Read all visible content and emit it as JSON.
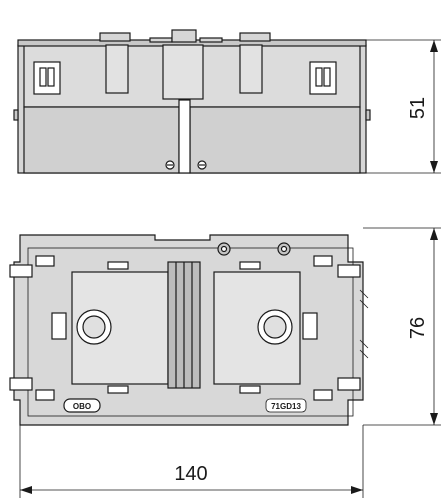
{
  "dimensions": {
    "height_side": "51",
    "height_top": "76",
    "width": "140"
  },
  "markings": {
    "brand": "OBO",
    "part": "71GD13"
  },
  "colors": {
    "fill": "#d6d6d6",
    "fill_light": "#e4e4e4",
    "stroke": "#1a1a1a"
  }
}
